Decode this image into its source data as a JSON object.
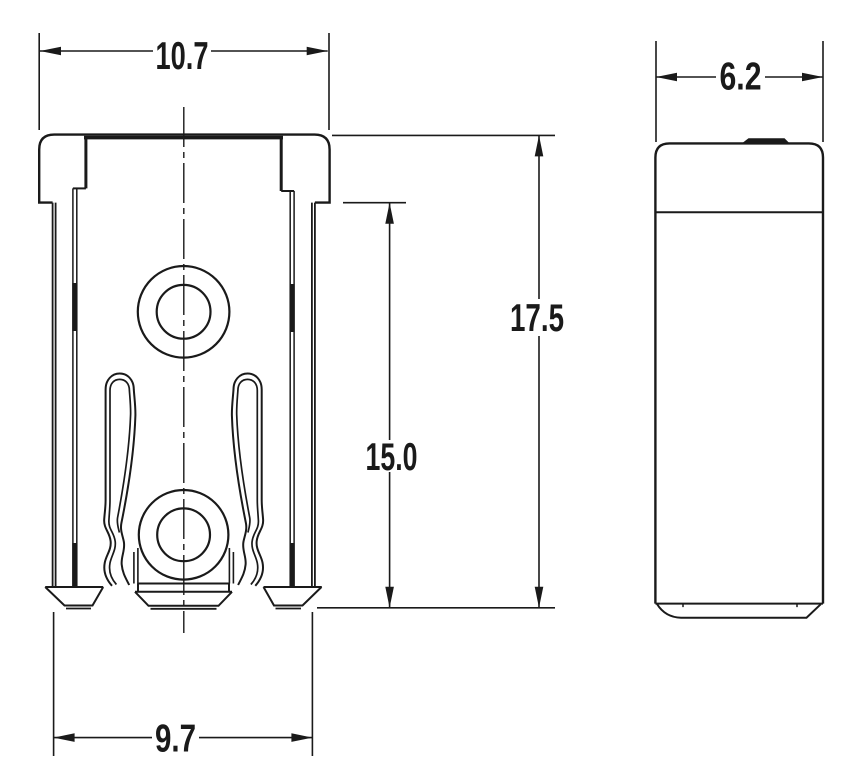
{
  "drawing": {
    "type": "technical-dimension-drawing",
    "views": 2,
    "dimensions": {
      "width_top": "10.7",
      "width_bottom": "9.7",
      "height_total": "17.5",
      "height_body": "15.0",
      "depth": "6.2"
    },
    "colors": {
      "ink": "#1a1a1a",
      "background": "#ffffff"
    }
  }
}
